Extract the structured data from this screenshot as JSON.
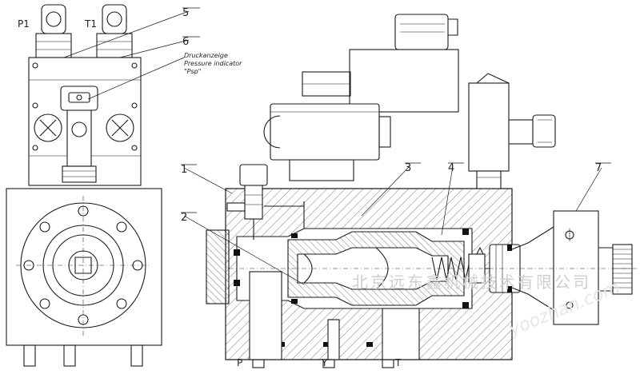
{
  "callouts": {
    "c1": "1",
    "c2": "2",
    "c3": "3",
    "c4": "4",
    "c5": "5",
    "c6": "6",
    "c7": "7"
  },
  "ports": {
    "p1": "P1",
    "t1": "T1",
    "p": "P",
    "y": "Y",
    "t": "T"
  },
  "annotation": {
    "line1": "Druckanzeige",
    "line2": "Pressure indicator",
    "line3": "\"Psp\""
  },
  "watermark": {
    "company": "北京远东鑫机械技术有限公司",
    "site": "yoozhan.com"
  },
  "colors": {
    "line": "#1a1a1a",
    "hatch": "#444444",
    "watermark": "#cfcfcf",
    "background": "#ffffff"
  }
}
